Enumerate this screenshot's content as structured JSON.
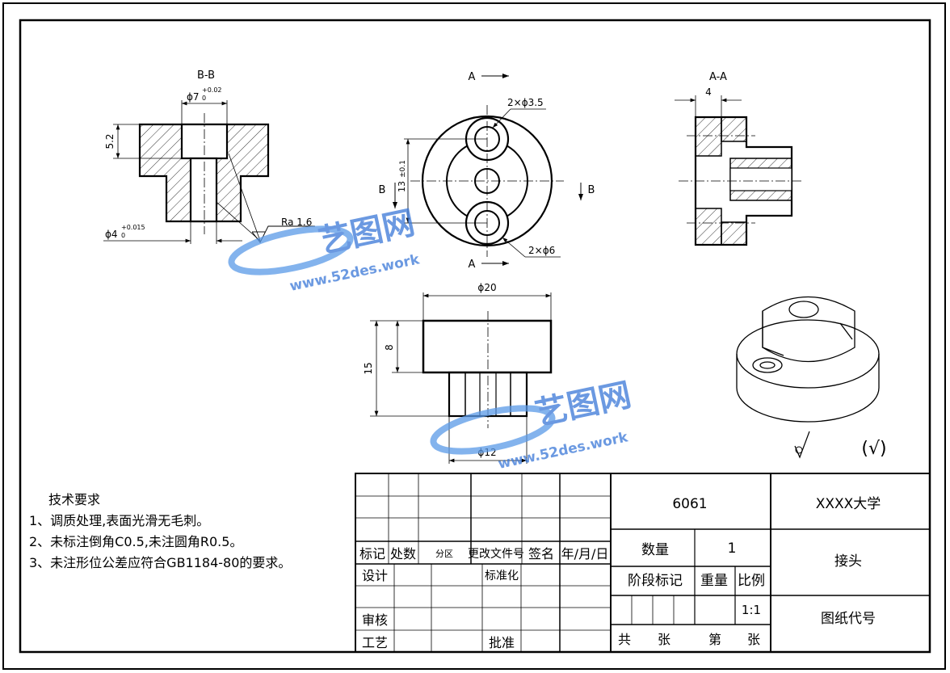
{
  "drawing": {
    "views": {
      "section_bb": "B-B",
      "section_aa": "A-A",
      "cut_a_top": "A",
      "cut_a_bottom": "A",
      "cut_b_left": "B",
      "cut_b_right": "B"
    },
    "dimensions": {
      "bb_bore_dia": "ϕ7",
      "bb_bore_tol_upper": "+0.02",
      "bb_bore_tol_lower": "0",
      "bb_depth": "5.2",
      "bb_shaft_dia": "ϕ4",
      "bb_shaft_tol_upper": "+0.015",
      "bb_shaft_tol_lower": "0",
      "roughness": "Ra 1.6",
      "holes_small": "2×ϕ3.5",
      "holes_large": "2×ϕ6",
      "spacing": "13",
      "spacing_tol": "±0.1",
      "aa_width": "4",
      "outer_dia": "ϕ20",
      "total_height": "15",
      "flange_height": "8",
      "boss_dia": "ϕ12"
    },
    "general_roughness": "(√)"
  },
  "watermark": {
    "brand": "艺图网",
    "url": "www.52des.work"
  },
  "requirements": {
    "heading": "技术要求",
    "items": [
      "1、调质处理,表面光滑无毛刺。",
      "2、未标注倒角C0.5,未注圆角R0.5。",
      "3、未注形位公差应符合GB1184-80的要求。"
    ]
  },
  "title_block": {
    "material": "6061",
    "organization": "XXXX大学",
    "part_name": "接头",
    "drawing_code": "图纸代号",
    "quantity_label": "数量",
    "quantity_value": "1",
    "stage_label": "阶段标记",
    "weight_label": "重量",
    "scale_label": "比例",
    "scale_value": "1:1",
    "total_label": "共",
    "sheet_label": "张",
    "sheet_no_label": "第",
    "sheet_label_2": "张",
    "mark": "标记",
    "count": "处数",
    "zone": "分区",
    "change_doc": "更改文件号",
    "signature": "签名",
    "date": "年/月/日",
    "design": "设计",
    "standardize": "标准化",
    "review": "审核",
    "process": "工艺",
    "approve": "批准"
  }
}
